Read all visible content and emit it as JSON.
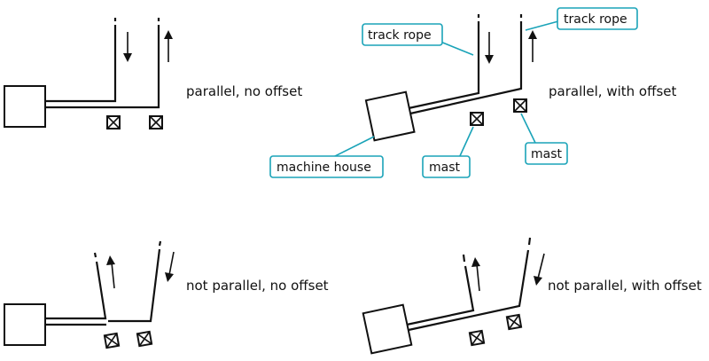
{
  "captions": {
    "parallel_no_offset": "parallel, no offset",
    "parallel_with_offset": "parallel, with offset",
    "not_parallel_no_offset": "not parallel, no offset",
    "not_parallel_with_offset": "not parallel, with offset"
  },
  "labels": {
    "track_rope_left": "track rope",
    "track_rope_right": "track rope",
    "machine_house": "machine house",
    "mast_left": "mast",
    "mast_right": "mast"
  },
  "colors": {
    "ink": "#111111",
    "label_border": "#1aa3b8"
  }
}
